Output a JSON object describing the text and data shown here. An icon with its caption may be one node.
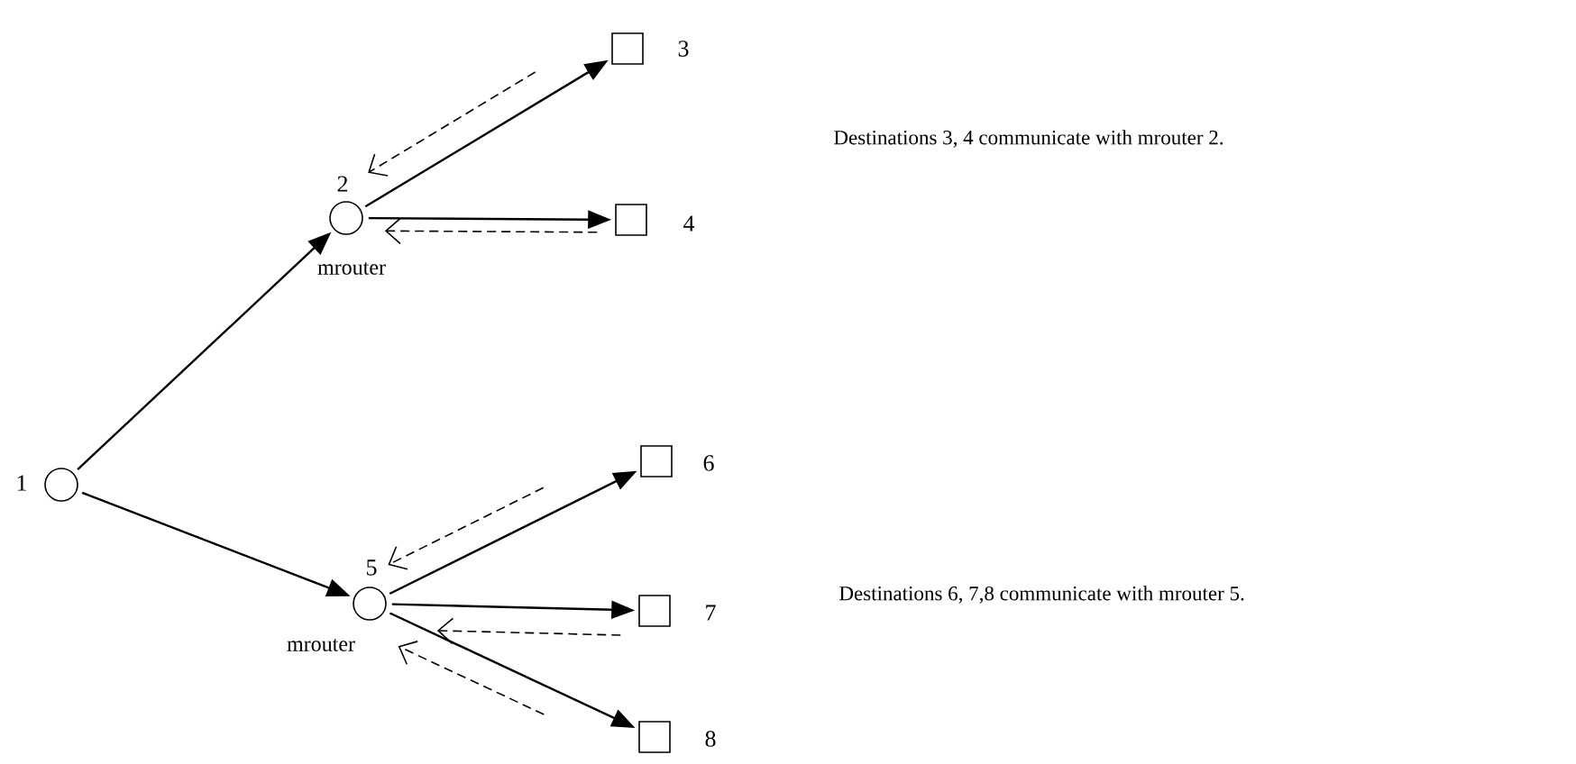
{
  "diagram": {
    "nodes": [
      {
        "text": [],
        "shape": "circle",
        "beside": [
          "1"
        ]
      },
      {
        "text": [],
        "shape": "circle",
        "beside": [
          "2",
          "mrouter"
        ]
      },
      {
        "text": [],
        "shape": "box",
        "beside": [
          "3"
        ]
      },
      {
        "text": [],
        "shape": "box",
        "beside": [
          "4"
        ]
      },
      {
        "text": [],
        "shape": "circle",
        "beside": [
          "5",
          "mrouter"
        ]
      },
      {
        "text": [],
        "shape": "box",
        "beside": [
          "6"
        ]
      },
      {
        "text": [],
        "shape": "box",
        "beside": [
          "7"
        ]
      },
      {
        "text": [],
        "shape": "box",
        "beside": [
          "8"
        ]
      }
    ],
    "edges": [
      {
        "from": 0,
        "to": 1,
        "arrow": "to"
      },
      {
        "from": 0,
        "to": 4,
        "arrow": "to"
      },
      {
        "from": 1,
        "to": 2,
        "arrow": "to"
      },
      {
        "from": 2,
        "to": 1,
        "arrow": "to",
        "style": "dashed"
      },
      {
        "from": 1,
        "to": 3,
        "arrow": "to"
      },
      {
        "from": 3,
        "to": 1,
        "arrow": "to",
        "style": "dashed"
      },
      {
        "from": 4,
        "to": 5,
        "arrow": "to"
      },
      {
        "from": 5,
        "to": 4,
        "arrow": "to",
        "style": "dashed"
      },
      {
        "from": 4,
        "to": 6,
        "arrow": "to"
      },
      {
        "from": 6,
        "to": 4,
        "arrow": "to",
        "style": "dashed"
      },
      {
        "from": 4,
        "to": 7,
        "arrow": "to"
      },
      {
        "from": 7,
        "to": 4,
        "arrow": "to",
        "style": "dashed"
      }
    ],
    "labels": [
      "Destinations 3, 4 communicate with mrouter 2.",
      "Destinations 6, 7,8 communicate with mrouter 5."
    ]
  }
}
